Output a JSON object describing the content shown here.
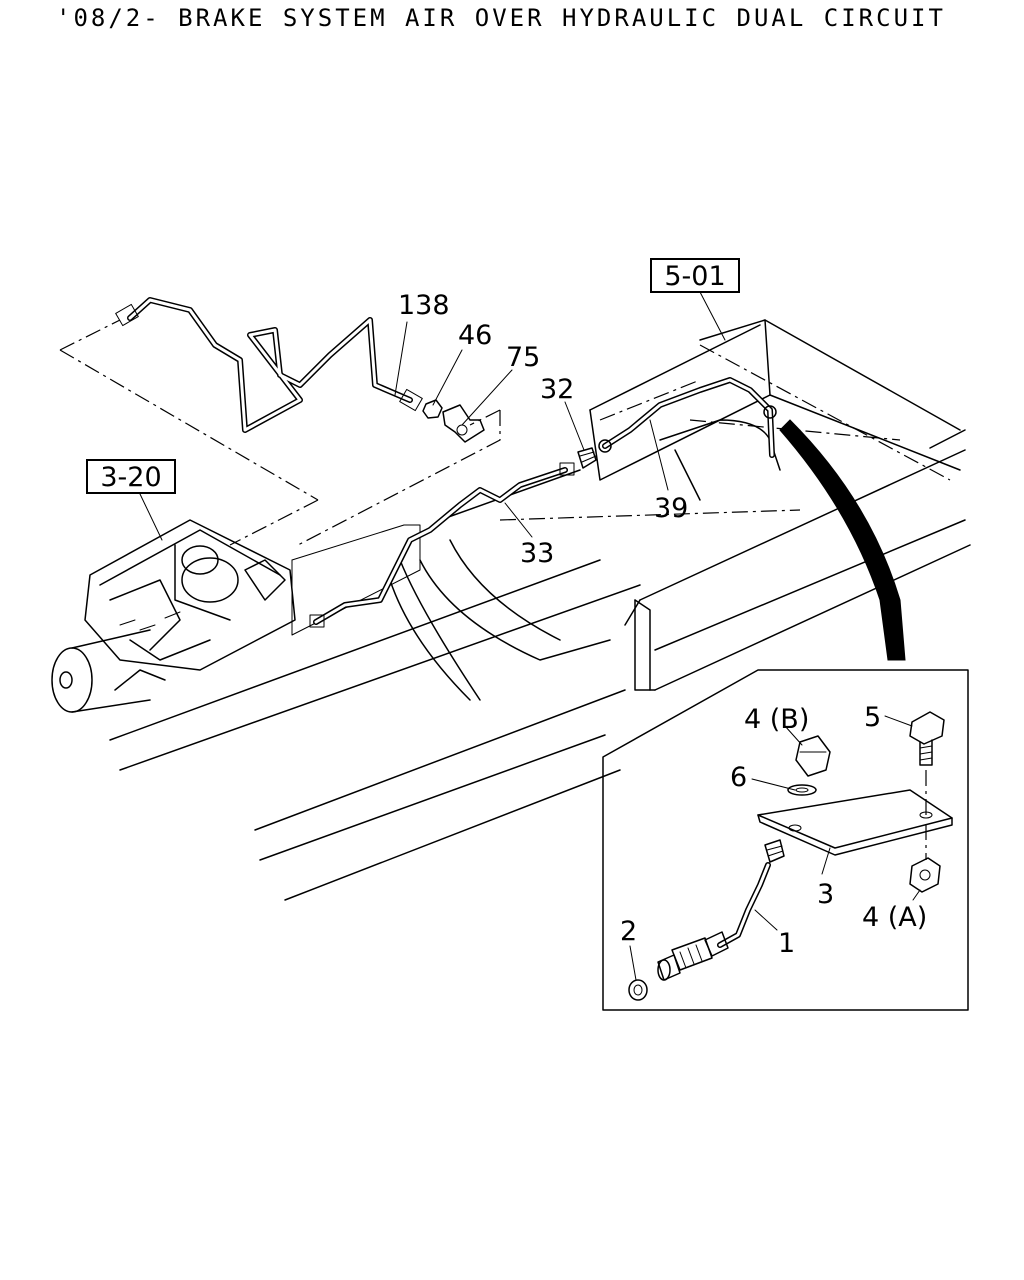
{
  "title": "'08/2- BRAKE SYSTEM AIR OVER HYDRAULIC DUAL CIRCUIT",
  "ref_labels": {
    "frame": "5-01",
    "booster": "3-20"
  },
  "callouts": {
    "c138": "138",
    "c46": "46",
    "c75": "75",
    "c32": "32",
    "c39": "39",
    "c33": "33",
    "c5": "5",
    "c4b": "4 (B)",
    "c6": "6",
    "c3": "3",
    "c4a": "4 (A)",
    "c2": "2",
    "c1": "1"
  }
}
